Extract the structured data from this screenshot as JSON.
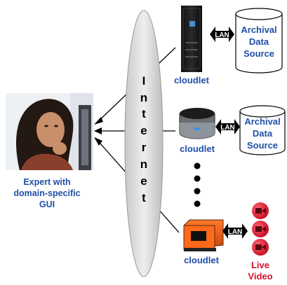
{
  "expert": {
    "label_lines": [
      "Expert with",
      "domain-specific",
      "GUI"
    ]
  },
  "internet": {
    "letters": [
      "I",
      "n",
      "t",
      "e",
      "r",
      "n",
      "e",
      "t"
    ]
  },
  "cloudlets": [
    {
      "label": "cloudlet",
      "link": "LAN",
      "source_lines": [
        "Archival",
        "Data",
        "Source"
      ]
    },
    {
      "label": "cloudlet",
      "link": "LAN",
      "source_lines": [
        "Archival",
        "Data",
        "Source"
      ]
    },
    {
      "label": "cloudlet",
      "link": "LAN",
      "source_lines": [
        "Live",
        "Video"
      ]
    }
  ],
  "colors": {
    "label_blue": "#1f4fa8",
    "live_red": "#d6102a",
    "internet_fill": "#d8d8d8"
  }
}
